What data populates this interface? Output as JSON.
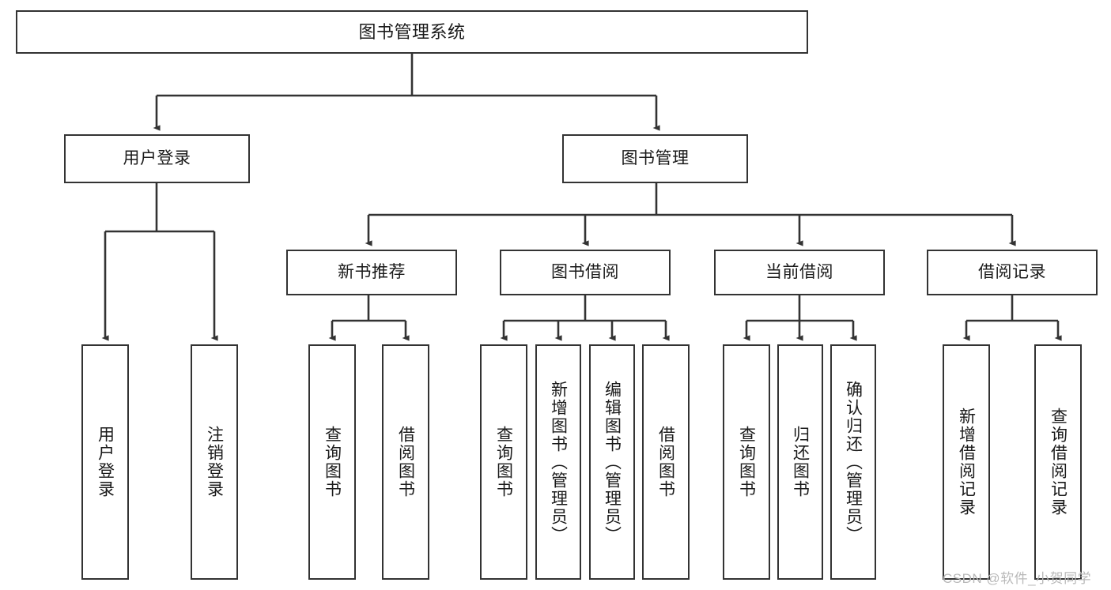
{
  "diagram": {
    "title": "图书管理系统",
    "type": "hierarchy-tree",
    "colors": {
      "box_border": "#333333",
      "box_fill": "#ffffff",
      "connector": "#333333",
      "background": "#ffffff",
      "watermark": "#b9b9b9"
    },
    "levels": {
      "root": {
        "label": "图书管理系统"
      },
      "level2": [
        {
          "label": "用户登录"
        },
        {
          "label": "图书管理"
        }
      ],
      "level3": [
        {
          "label": "新书推荐"
        },
        {
          "label": "图书借阅"
        },
        {
          "label": "当前借阅"
        },
        {
          "label": "借阅记录"
        }
      ],
      "leaves": {
        "user_login": [
          {
            "label": "用户登录"
          },
          {
            "label": "注销登录"
          }
        ],
        "new_book_recommend": [
          {
            "label": "查询图书"
          },
          {
            "label": "借阅图书"
          }
        ],
        "book_borrow": [
          {
            "label": "查询图书"
          },
          {
            "label": "新增图书（管理员）"
          },
          {
            "label": "编辑图书（管理员）"
          },
          {
            "label": "借阅图书"
          }
        ],
        "current_borrow": [
          {
            "label": "查询图书"
          },
          {
            "label": "归还图书"
          },
          {
            "label": "确认归还（管理员）"
          }
        ],
        "borrow_record": [
          {
            "label": "新增借阅记录"
          },
          {
            "label": "查询借阅记录"
          }
        ]
      }
    }
  },
  "watermark": {
    "text": "CSDN @软件_小贺同学"
  }
}
